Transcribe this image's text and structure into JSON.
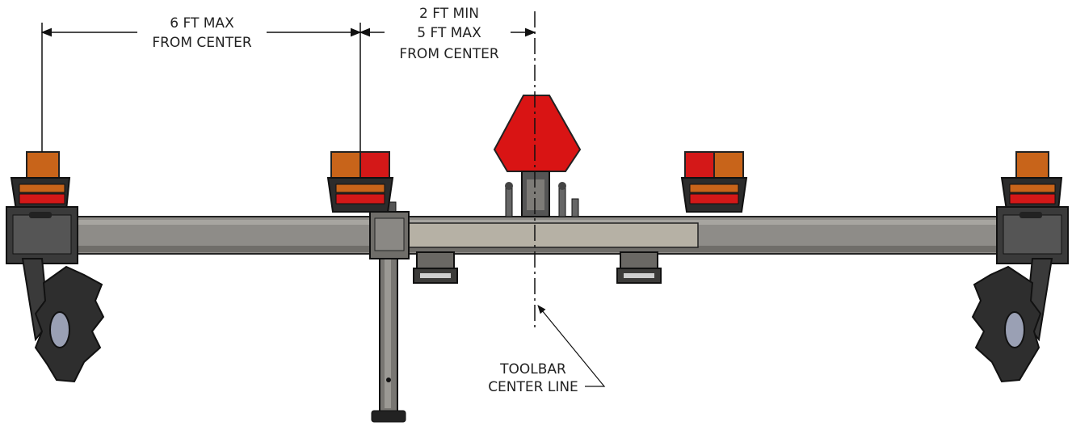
{
  "annotations": {
    "left_dim": {
      "line1": "6 FT MAX",
      "line2": "FROM CENTER"
    },
    "right_dim": {
      "line1": "2 FT MIN",
      "line2": "5 FT MAX",
      "line3": "FROM CENTER"
    },
    "centerline": {
      "line1": "TOOLBAR",
      "line2": "CENTER LINE"
    }
  },
  "colors": {
    "amber": "#c8641a",
    "red": "#d41818",
    "bar": "#8c8a86",
    "bar_dark": "#3a3a3a",
    "beige": "#b5b0a4",
    "smv": "#d91414"
  },
  "icons": [
    "amber-light-icon",
    "red-light-icon",
    "smv-sign-icon",
    "disc-coulter-icon",
    "jack-stand-icon"
  ]
}
